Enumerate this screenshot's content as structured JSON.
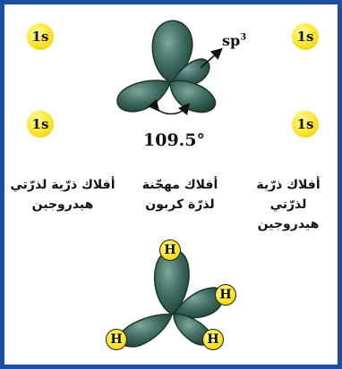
{
  "top_orbitals": {
    "tl": "1s",
    "tr": "1s",
    "ml": "1s",
    "mr": "1s"
  },
  "hybrid_label": {
    "base": "sp",
    "exp": "3"
  },
  "bond_angle": "109.5°",
  "captions": {
    "right": "أفلاك ذرّية لذرّتي هيدروجين",
    "center": "أفلاك مهجّنة لذرّة كربون",
    "left": "أفلاك ذرّية لذرّتي هيدروجين"
  },
  "molecule_atoms": {
    "top": "H",
    "right": "H",
    "bottom_right": "H",
    "left": "H"
  },
  "colors": {
    "frame": "#1f4fa3",
    "orbital": "#3e6a5f",
    "orbital_edge": "#1c332d",
    "s_orbital": "#ffe83a"
  }
}
